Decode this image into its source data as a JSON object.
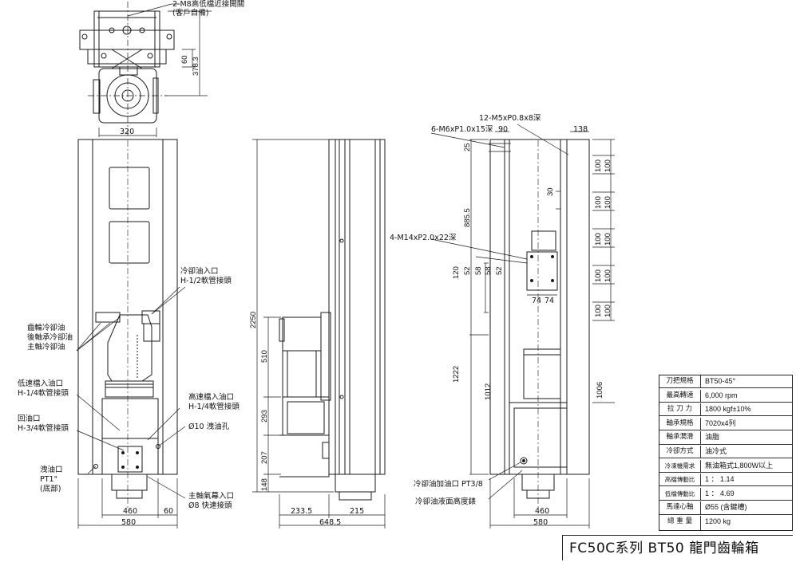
{
  "top_note": {
    "line1": "2-M8高低檔近接開關",
    "line2": "(客戶自備)"
  },
  "front_view": {
    "dims": {
      "top_width": "320",
      "height_60": "60",
      "height_378": "378.3",
      "bottom_460": "460",
      "bottom_580": "580",
      "bottom_60": "60"
    },
    "labels": {
      "coolant_in_1": "冷卻油入口",
      "coolant_in_2": "H-1/2軟管接頭",
      "gear_cool": "齒輪冷卻油",
      "rear_bearing": "後軸承冷卻油",
      "main_cool": "主軸冷卻油",
      "low_in_1": "低速檔入油口",
      "low_in_2": "H-1/4軟管接頭",
      "high_in_1": "高速檔入油口",
      "high_in_2": "H-1/4軟管接頭",
      "return_1": "回油口",
      "return_2": "H-3/4軟管接頭",
      "drain_hole": "Ø10 洩油孔",
      "drain_1": "洩油口",
      "drain_2": "PT1\"",
      "drain_3": "(底部)",
      "air_1": "主軸氣幕入口",
      "air_2": "Ø8 快速接頭"
    }
  },
  "side_view": {
    "dims": {
      "total_height": "2250",
      "h510": "510",
      "h293": "293",
      "h207": "207",
      "h148": "148",
      "w233": "233.5",
      "w215": "215",
      "w648": "648.5"
    }
  },
  "rear_view": {
    "labels": {
      "thread_12": "12-M5xP0.8x8深",
      "thread_6": "6-M6xP1.0x15深",
      "thread_4": "4-M14xP2.0x22深",
      "oil_fill": "冷卻油加油口 PT3/8",
      "oil_gauge": "冷卻油液面高度錶"
    },
    "dims": {
      "d90": "90",
      "d138": "138",
      "d25": "25",
      "d30": "30",
      "d885": "885.5",
      "d120": "120",
      "d52a": "52",
      "d58a": "58",
      "d58b": "58",
      "d52b": "52",
      "d74a": "74",
      "d74b": "74",
      "d1222": "1222",
      "d1012": "1012",
      "d1006": "1006",
      "d460": "460",
      "d580": "580",
      "d100": [
        "100",
        "100",
        "100",
        "100",
        "100",
        "100",
        "100",
        "100",
        "100",
        "100"
      ]
    }
  },
  "spec_table": [
    {
      "label": "刀把規格",
      "value": "BT50-45°"
    },
    {
      "label": "最高轉速",
      "value": "6,000 rpm"
    },
    {
      "label": "拉 刀 力",
      "value": "1800 kgf±10%"
    },
    {
      "label": "軸承規格",
      "value": "7020x4列"
    },
    {
      "label": "軸承潤滑",
      "value": "油脂"
    },
    {
      "label": "冷卻方式",
      "value": "油冷式"
    },
    {
      "label": "冷凍機需求",
      "value": "無油箱式1,800W以上"
    },
    {
      "label": "高檔傳動比",
      "value": "1 ： 1.14"
    },
    {
      "label": "低檔傳動比",
      "value": "1 ： 4.69"
    },
    {
      "label": "馬達心軸",
      "value": "Ø55 (含鍵槽)"
    },
    {
      "label": "總 重 量",
      "value": "1200 kg"
    }
  ],
  "title": "FC50C系列  BT50 龍門齒輪箱"
}
